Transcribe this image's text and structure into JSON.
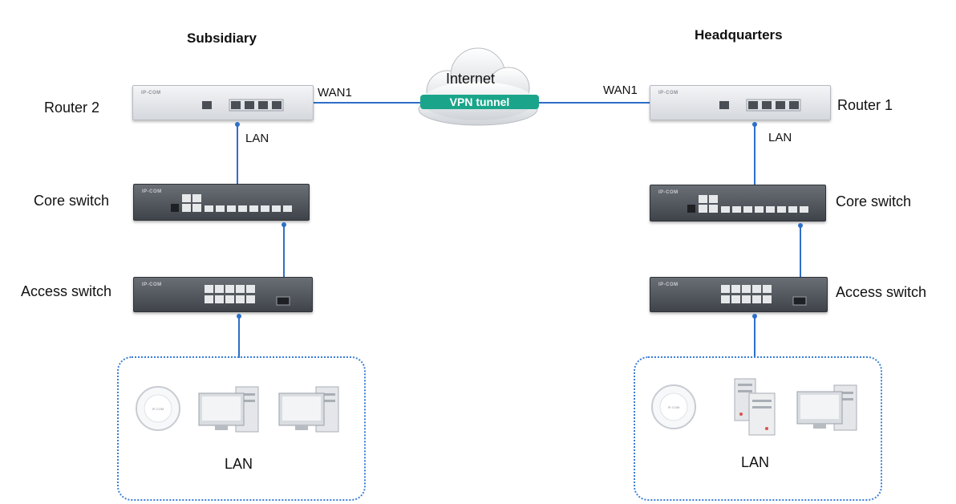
{
  "subsidiary": {
    "title": "Subsidiary",
    "router_label": "Router 2",
    "wan_label": "WAN1",
    "lan_link_label": "LAN",
    "core_switch_label": "Core switch",
    "access_switch_label": "Access switch",
    "lan_group_label": "LAN"
  },
  "headquarters": {
    "title": "Headquarters",
    "router_label": "Router 1",
    "wan_label": "WAN1",
    "lan_link_label": "LAN",
    "core_switch_label": "Core switch",
    "access_switch_label": "Access switch",
    "lan_group_label": "LAN"
  },
  "internet": {
    "label": "Internet",
    "tunnel_label": "VPN tunnel"
  },
  "brand_text": "IP-COM",
  "colors": {
    "link": "#2e6fc7",
    "tunnel": "#1aa58a",
    "lan_border": "#3b7ed6"
  }
}
